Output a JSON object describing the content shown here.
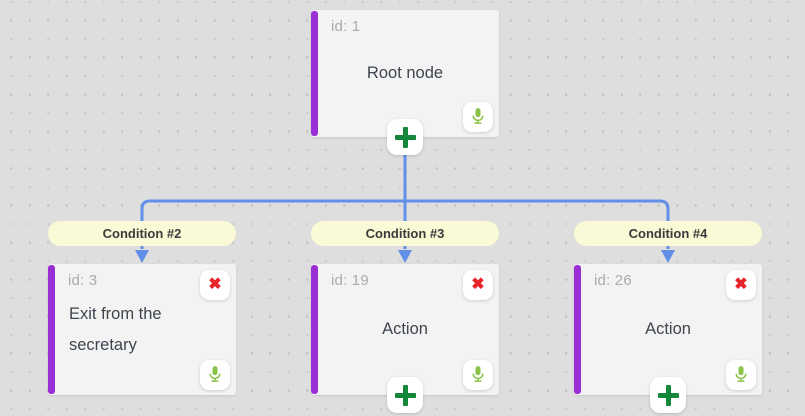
{
  "nodes": {
    "root": {
      "id_label": "id: 1",
      "title": "Root node"
    },
    "children": [
      {
        "id_label": "id: 3",
        "title": "Exit from the secretary"
      },
      {
        "id_label": "id: 19",
        "title": "Action"
      },
      {
        "id_label": "id: 26",
        "title": "Action"
      }
    ]
  },
  "conditions": [
    {
      "label": "Condition #2"
    },
    {
      "label": "Condition #3"
    },
    {
      "label": "Condition #4"
    }
  ],
  "icons": {
    "delete": {
      "name": "delete-icon",
      "glyph": "✖"
    },
    "add": {
      "name": "add-icon"
    },
    "mic": {
      "name": "microphone-icon"
    }
  },
  "colors": {
    "canvas_bg": "#dedede",
    "node_bg": "#f3f3f3",
    "accent_purple": "#9a2fd6",
    "connector_blue": "#6290e8",
    "condition_fill": "#fafad6",
    "add_green": "#15873a",
    "mic_green": "#8bc34a",
    "delete_red": "#e8232a"
  }
}
